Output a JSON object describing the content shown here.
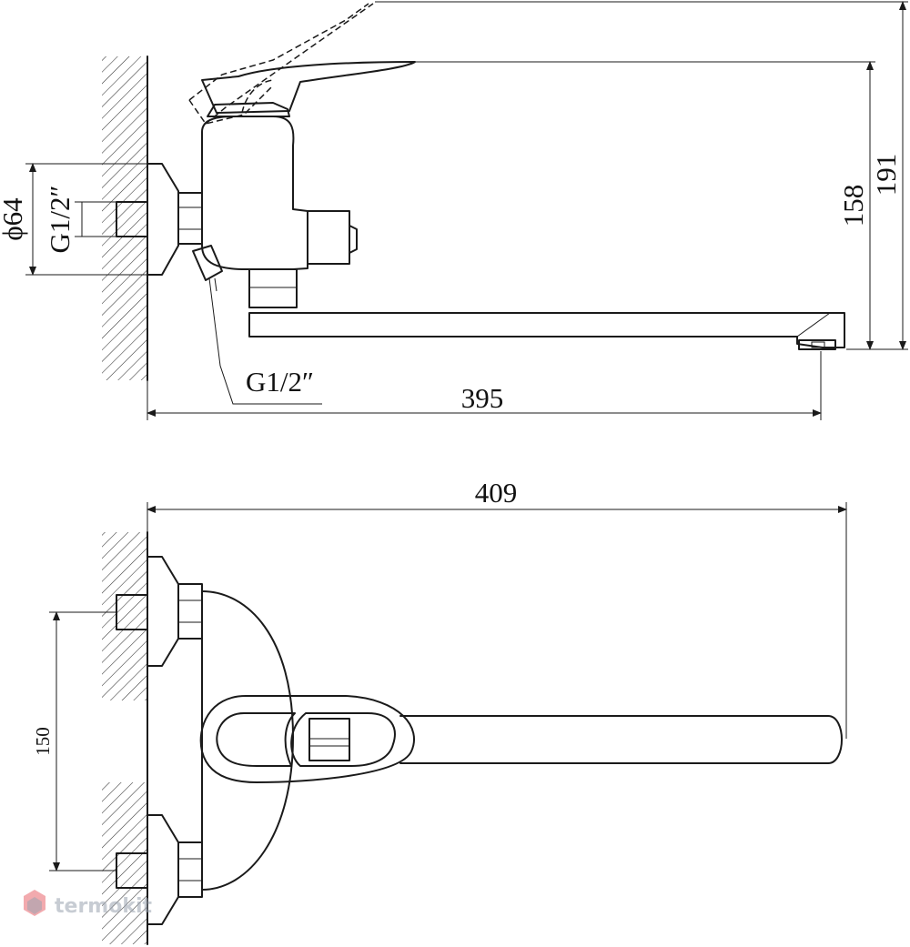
{
  "diagram": {
    "dimensions": {
      "top_view": {
        "overall_length": "395",
        "total_height": "191",
        "spout_height": "158",
        "flange_diameter": "ϕ64",
        "inlet_thread": "G1/2″",
        "outlet_thread": "G1/2″"
      },
      "bottom_view": {
        "overall_reach": "409",
        "center_distance": "150"
      }
    },
    "watermark": {
      "brand": "termokit",
      "color": "#9aa3b0",
      "accent": "#e8646b",
      "icon": "hexagon-logo-icon"
    }
  }
}
